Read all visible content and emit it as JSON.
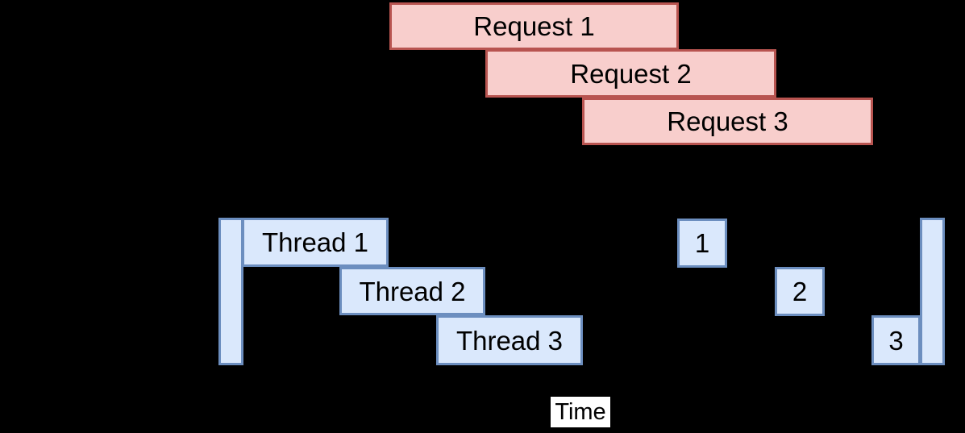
{
  "requests": [
    {
      "label": "Request 1"
    },
    {
      "label": "Request 2"
    },
    {
      "label": "Request 3"
    }
  ],
  "threads": [
    {
      "label": "Thread 1"
    },
    {
      "label": "Thread 2"
    },
    {
      "label": "Thread 3"
    }
  ],
  "numbered_boxes": [
    {
      "label": "1"
    },
    {
      "label": "2"
    },
    {
      "label": "3"
    }
  ],
  "time_axis": {
    "label": "Time"
  },
  "colors": {
    "canvas_bg": "#000000",
    "request_fill": "#f8cecc",
    "request_border": "#b85450",
    "thread_fill": "#dae8fc",
    "thread_border": "#6c8ebf",
    "box_text": "#000000",
    "time_label_bg": "#ffffff",
    "time_label_text": "#000000"
  }
}
